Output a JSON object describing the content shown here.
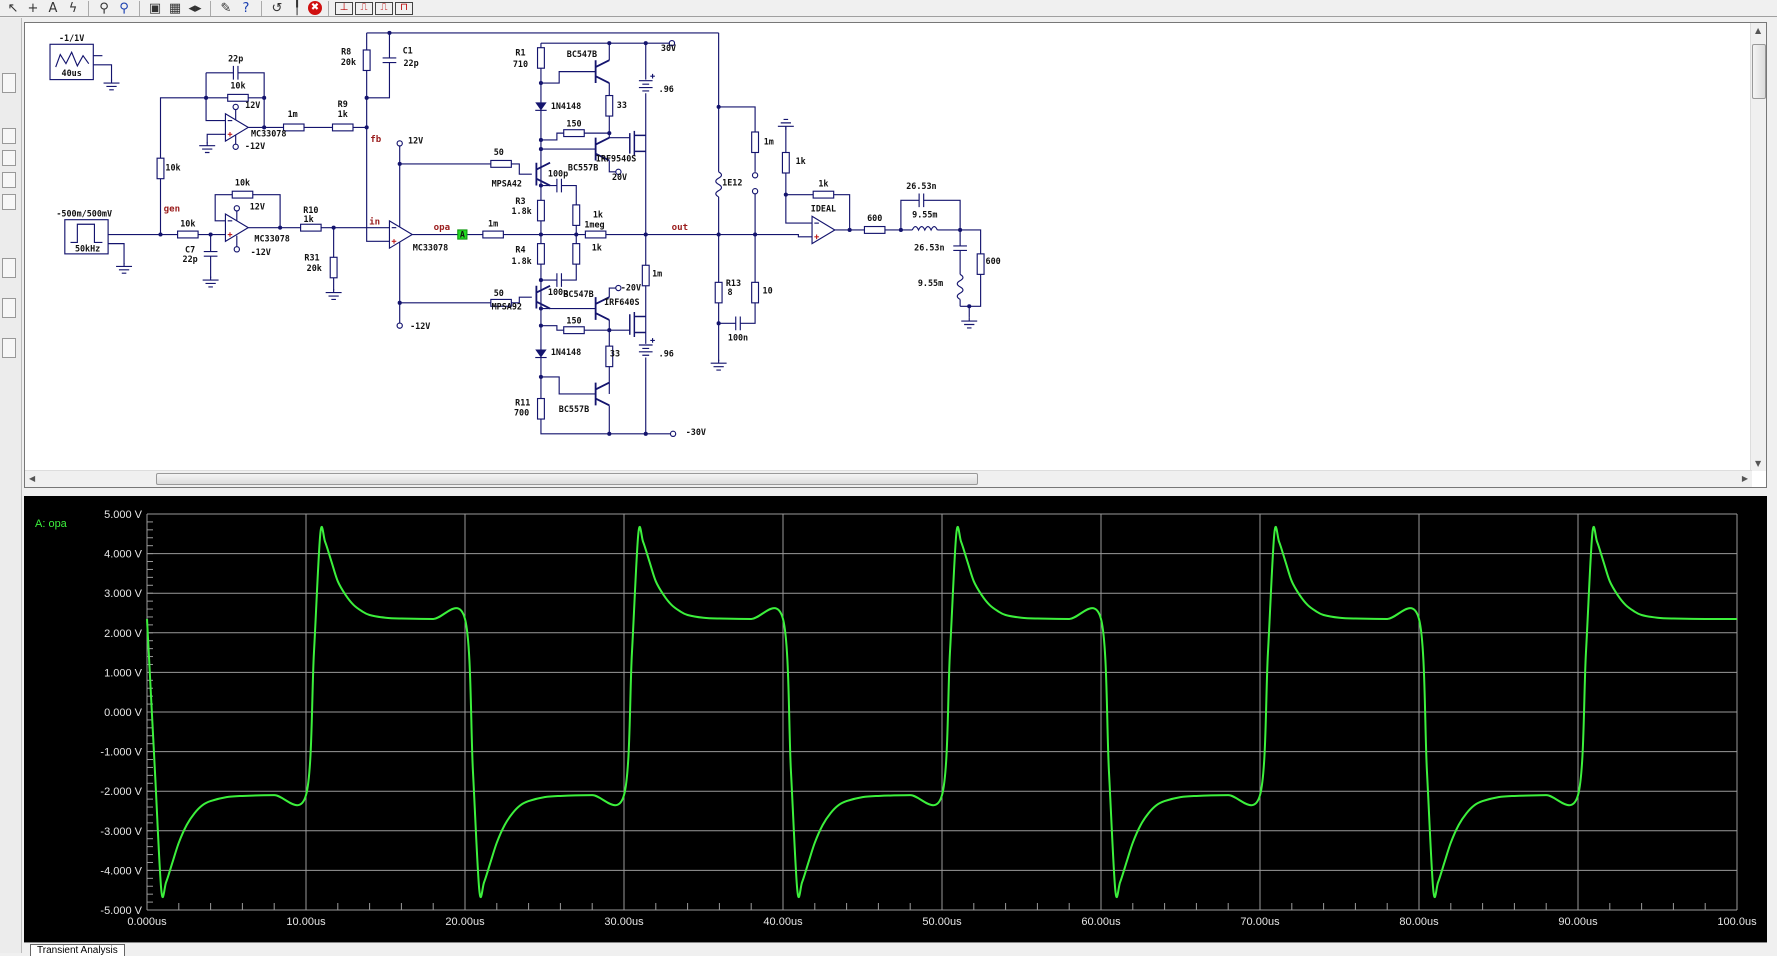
{
  "toolbar": {
    "icons": [
      {
        "name": "pointer",
        "glyph": "↖"
      },
      {
        "name": "wire-cross",
        "glyph": "+"
      },
      {
        "name": "text-tool",
        "glyph": "A"
      },
      {
        "name": "probe-flash",
        "glyph": "ϟ"
      },
      {
        "name": "zoom-in",
        "glyph": "⚲"
      },
      {
        "name": "zoom",
        "glyph": "⚲"
      },
      {
        "name": "zoom-fit",
        "glyph": "▣"
      },
      {
        "name": "grid",
        "glyph": "▦"
      },
      {
        "name": "flip",
        "glyph": "◂▸"
      },
      {
        "name": "edit-analysis",
        "glyph": "✎"
      },
      {
        "name": "help",
        "glyph": "?"
      },
      {
        "name": "undo",
        "glyph": "↺"
      },
      {
        "name": "pin",
        "glyph": "╿"
      },
      {
        "name": "stop",
        "glyph": "✖"
      },
      {
        "name": "dc-analysis",
        "glyph": "⊥"
      },
      {
        "name": "transient-analysis",
        "glyph": "⎍"
      },
      {
        "name": "transient-step",
        "glyph": "⎍"
      },
      {
        "name": "fourier",
        "glyph": "⊓"
      }
    ]
  },
  "schematic": {
    "labels": [
      "-1/1V",
      "40us",
      "22p",
      "10k",
      "12V",
      "MC33078",
      "-12V",
      "1m",
      "R9",
      "1k",
      "R8",
      "20k",
      "C1",
      "22p",
      "fb",
      "10k",
      "-500m/500mV",
      "50kHz",
      "gen",
      "10k",
      "C7",
      "22p",
      "10k",
      "12V",
      "MC33078",
      "-12V",
      "R10",
      "1k",
      "R31",
      "20k",
      "12V",
      "in",
      "opa",
      "A",
      "1m",
      "MC33078",
      "-12V",
      "R1",
      "710",
      "BC547B",
      "30V",
      ".96",
      "1N4148",
      "33",
      "150",
      "50",
      "IRF9540S",
      "MPSA42",
      "100p",
      "BC557B",
      "20V",
      "R3",
      "1.8k",
      "1k",
      "1meg",
      "out",
      "1E12",
      "1m",
      "1k",
      "R4",
      "1.8k",
      "1k",
      "1m",
      "50",
      "MPSA92",
      "100p",
      "BC547B",
      "-20V",
      "IRF640S",
      "150",
      "1N4148",
      "33",
      ".96",
      "R11",
      "700",
      "BC557B",
      "-30V",
      "R13",
      "8",
      "10",
      "100n",
      "1k",
      "IDEAL",
      "600",
      "26.53n",
      "9.55m",
      "26.53n",
      "9.55m",
      "600"
    ],
    "wire_color": "#14146e",
    "net_label_color": "#9a1c1c",
    "probe_color": "#22dd22"
  },
  "tabs": {
    "active": "Transient Analysis"
  },
  "chart_data": {
    "type": "line",
    "legend": "A: opa",
    "legend_position": "top-left",
    "xlim": [
      0,
      100
    ],
    "ylim": [
      -5,
      5
    ],
    "grid": true,
    "xticks": [
      "0.000us",
      "10.00us",
      "20.00us",
      "30.00us",
      "40.00us",
      "50.00us",
      "60.00us",
      "70.00us",
      "80.00us",
      "90.00us",
      "100.0us"
    ],
    "yticks": [
      "5.000 V",
      "4.000 V",
      "3.000 V",
      "2.000 V",
      "1.000 V",
      "0.000 V",
      "-1.000 V",
      "-2.000 V",
      "-3.000 V",
      "-4.000 V",
      "-5.000 V"
    ],
    "colors": {
      "trace": "#3cf03c",
      "background": "#000000",
      "grid": "#9a9a9a"
    },
    "series": [
      {
        "name": "A: opa",
        "points": [
          [
            0,
            2.35
          ],
          [
            0.5,
            -1.5
          ],
          [
            0.9,
            -4.5
          ],
          [
            1.2,
            -4.3
          ],
          [
            1.6,
            -3.8
          ],
          [
            2,
            -3.3
          ],
          [
            2.5,
            -2.85
          ],
          [
            3,
            -2.55
          ],
          [
            3.5,
            -2.35
          ],
          [
            4,
            -2.25
          ],
          [
            5,
            -2.15
          ],
          [
            6,
            -2.12
          ],
          [
            8,
            -2.1
          ],
          [
            10,
            -2.1
          ],
          [
            10.5,
            1.5
          ],
          [
            10.9,
            4.5
          ],
          [
            11.2,
            4.3
          ],
          [
            11.6,
            3.8
          ],
          [
            12,
            3.3
          ],
          [
            12.5,
            2.95
          ],
          [
            13,
            2.7
          ],
          [
            13.5,
            2.55
          ],
          [
            14,
            2.45
          ],
          [
            15,
            2.38
          ],
          [
            16,
            2.36
          ],
          [
            18,
            2.35
          ],
          [
            20,
            2.35
          ],
          [
            20.5,
            -1.5
          ],
          [
            20.9,
            -4.5
          ],
          [
            21.2,
            -4.3
          ],
          [
            21.6,
            -3.8
          ],
          [
            22,
            -3.3
          ],
          [
            22.5,
            -2.85
          ],
          [
            23,
            -2.55
          ],
          [
            23.5,
            -2.35
          ],
          [
            24,
            -2.25
          ],
          [
            25,
            -2.15
          ],
          [
            26,
            -2.12
          ],
          [
            28,
            -2.1
          ],
          [
            30,
            -2.1
          ],
          [
            30.5,
            1.5
          ],
          [
            30.9,
            4.5
          ],
          [
            31.2,
            4.3
          ],
          [
            31.6,
            3.8
          ],
          [
            32,
            3.3
          ],
          [
            32.5,
            2.95
          ],
          [
            33,
            2.7
          ],
          [
            33.5,
            2.55
          ],
          [
            34,
            2.45
          ],
          [
            35,
            2.38
          ],
          [
            36,
            2.36
          ],
          [
            38,
            2.35
          ],
          [
            40,
            2.35
          ],
          [
            40.5,
            -1.5
          ],
          [
            40.9,
            -4.5
          ],
          [
            41.2,
            -4.3
          ],
          [
            41.6,
            -3.8
          ],
          [
            42,
            -3.3
          ],
          [
            42.5,
            -2.85
          ],
          [
            43,
            -2.55
          ],
          [
            43.5,
            -2.35
          ],
          [
            44,
            -2.25
          ],
          [
            45,
            -2.15
          ],
          [
            46,
            -2.12
          ],
          [
            48,
            -2.1
          ],
          [
            50,
            -2.1
          ],
          [
            50.5,
            1.5
          ],
          [
            50.9,
            4.5
          ],
          [
            51.2,
            4.3
          ],
          [
            51.6,
            3.8
          ],
          [
            52,
            3.3
          ],
          [
            52.5,
            2.95
          ],
          [
            53,
            2.7
          ],
          [
            53.5,
            2.55
          ],
          [
            54,
            2.45
          ],
          [
            55,
            2.38
          ],
          [
            56,
            2.36
          ],
          [
            58,
            2.35
          ],
          [
            60,
            2.35
          ],
          [
            60.5,
            -1.5
          ],
          [
            60.9,
            -4.5
          ],
          [
            61.2,
            -4.3
          ],
          [
            61.6,
            -3.8
          ],
          [
            62,
            -3.3
          ],
          [
            62.5,
            -2.85
          ],
          [
            63,
            -2.55
          ],
          [
            63.5,
            -2.35
          ],
          [
            64,
            -2.25
          ],
          [
            65,
            -2.15
          ],
          [
            66,
            -2.12
          ],
          [
            68,
            -2.1
          ],
          [
            70,
            -2.1
          ],
          [
            70.5,
            1.5
          ],
          [
            70.9,
            4.5
          ],
          [
            71.2,
            4.3
          ],
          [
            71.6,
            3.8
          ],
          [
            72,
            3.3
          ],
          [
            72.5,
            2.95
          ],
          [
            73,
            2.7
          ],
          [
            73.5,
            2.55
          ],
          [
            74,
            2.45
          ],
          [
            75,
            2.38
          ],
          [
            76,
            2.36
          ],
          [
            78,
            2.35
          ],
          [
            80,
            2.35
          ],
          [
            80.5,
            -1.5
          ],
          [
            80.9,
            -4.5
          ],
          [
            81.2,
            -4.3
          ],
          [
            81.6,
            -3.8
          ],
          [
            82,
            -3.3
          ],
          [
            82.5,
            -2.85
          ],
          [
            83,
            -2.55
          ],
          [
            83.5,
            -2.35
          ],
          [
            84,
            -2.25
          ],
          [
            85,
            -2.15
          ],
          [
            86,
            -2.12
          ],
          [
            88,
            -2.1
          ],
          [
            90,
            -2.1
          ],
          [
            90.5,
            1.5
          ],
          [
            90.9,
            4.5
          ],
          [
            91.2,
            4.3
          ],
          [
            91.6,
            3.8
          ],
          [
            92,
            3.3
          ],
          [
            92.5,
            2.95
          ],
          [
            93,
            2.7
          ],
          [
            93.5,
            2.55
          ],
          [
            94,
            2.45
          ],
          [
            95,
            2.38
          ],
          [
            96,
            2.36
          ],
          [
            98,
            2.35
          ],
          [
            100,
            2.35
          ]
        ]
      }
    ]
  }
}
